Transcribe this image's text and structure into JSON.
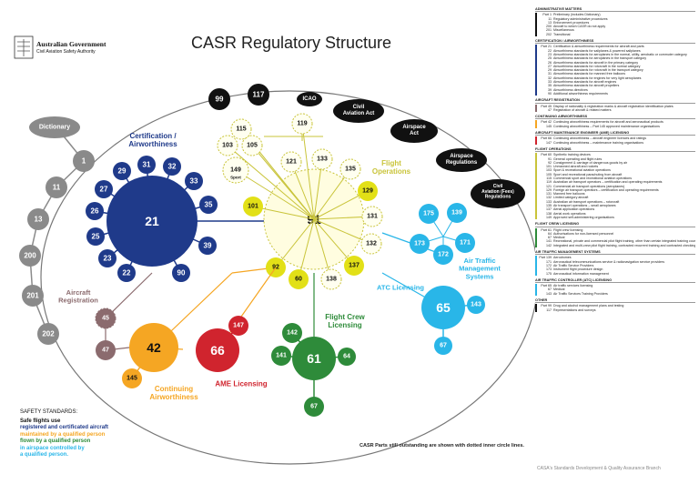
{
  "title": "CASR Regulatory Structure",
  "logo": {
    "line1": "Australian Government",
    "line2": "Civil Aviation Safety Authority"
  },
  "colors": {
    "navy": "#1f3a8a",
    "yellow": "#f5a623",
    "red": "#d0242e",
    "green": "#2e8b3a",
    "cyan": "#29b6e8",
    "mauve": "#8b6b6e",
    "grey": "#8a8a8a",
    "black": "#111111",
    "lightyellow": "#f4f17a"
  },
  "outer_nodes": {
    "dictionary": "Dictionary",
    "parts": [
      "1",
      "11",
      "13",
      "200",
      "201",
      "202"
    ],
    "top_parts": [
      "99",
      "117"
    ],
    "icao": "ICAO",
    "civil_aviation_act": "Civil Aviation Act",
    "airspace_act": "Airspace Act",
    "airspace_regulations": "Airspace Regulations",
    "fees_regulations": "Civil Aviation (Fees) Regulations"
  },
  "groups": {
    "certification": {
      "label": "Certification / Airworthiness",
      "hub": "21",
      "parts": [
        "31",
        "32",
        "33",
        "35",
        "39",
        "90",
        "22",
        "23",
        "25",
        "26",
        "27",
        "29"
      ]
    },
    "flight_ops": {
      "label": "Flight Operations",
      "hub": "91",
      "parts": [
        "119",
        "115",
        "103",
        "105",
        "121",
        "133",
        "135",
        "149",
        "129",
        "131",
        "132",
        "137",
        "138",
        "60",
        "92",
        "101"
      ],
      "sport": "Sport"
    },
    "atc": {
      "label": "ATC Licensing",
      "hub": "65",
      "parts": [
        "143",
        "67"
      ]
    },
    "air_traffic": {
      "label": "Air Traffic Management Systems",
      "parts": [
        "175",
        "139",
        "173",
        "172",
        "171"
      ]
    },
    "flight_crew": {
      "label": "Flight Crew Licensing",
      "hub": "61",
      "parts": [
        "142",
        "141",
        "64",
        "67"
      ]
    },
    "ame": {
      "label": "AME Licensing",
      "hub": "66",
      "parts": [
        "147"
      ]
    },
    "continuing": {
      "label": "Continuing Airworthiness",
      "hub": "42",
      "parts": [
        "145"
      ]
    },
    "registration": {
      "label": "Aircraft Registration",
      "parts": [
        "45",
        "47"
      ]
    }
  },
  "safety": {
    "heading": "SAFETY STANDARDS:",
    "lines": [
      "Safe flights use",
      "registered and certificated aircraft",
      "maintained by a qualified person",
      "flown by a qualified person",
      "in airspace controlled by",
      "a qualified person."
    ]
  },
  "footnote": "CASR Parts still outstanding are shown with dotted inner circle lines.",
  "footer": "CASA's Standards Development & Quality Assurance Branch",
  "legend": [
    {
      "title": "ADMINISTRATIVE MATTERS",
      "color": "#111111",
      "rows": [
        [
          "Part 1",
          "Preliminary (includes Dictionary)"
        ],
        [
          "11",
          "Regulatory administrative procedures"
        ],
        [
          "13",
          "Enforcement procedures"
        ],
        [
          "200",
          "Aircraft to which CASR do not apply"
        ],
        [
          "201",
          "Miscellaneous"
        ],
        [
          "202",
          "Transitional"
        ]
      ]
    },
    {
      "title": "CERTIFICATION / AIRWORTHINESS",
      "color": "#1f3a8a",
      "rows": [
        [
          "Part 21",
          "Certification & airworthiness requirements for aircraft and parts"
        ],
        [
          "22",
          "Airworthiness standards for sailplanes & powered sailplanes"
        ],
        [
          "23",
          "Airworthiness standards for aeroplanes in the normal, utility, aerobatic or commuter category"
        ],
        [
          "25",
          "Airworthiness standards for aeroplanes in the transport category"
        ],
        [
          "26",
          "Airworthiness standards for aircraft in the primary category"
        ],
        [
          "27",
          "Airworthiness standards for rotorcraft in the normal category"
        ],
        [
          "29",
          "Airworthiness standards for rotorcraft in the transport category"
        ],
        [
          "31",
          "Airworthiness standards for manned free balloons"
        ],
        [
          "32",
          "Airworthiness standards for engines for very light aeroplanes"
        ],
        [
          "33",
          "Airworthiness standards for aircraft engines"
        ],
        [
          "35",
          "Airworthiness standards for aircraft propellers"
        ],
        [
          "39",
          "Airworthiness directives"
        ],
        [
          "90",
          "Additional airworthiness requirements"
        ]
      ]
    },
    {
      "title": "AIRCRAFT REGISTRATION",
      "color": "#8b6b6e",
      "rows": [
        [
          "Part 45",
          "Display of nationality & registration marks & aircraft registration identification plates"
        ],
        [
          "47",
          "Registration of aircraft & related matters"
        ]
      ]
    },
    {
      "title": "CONTINUING AIRWORTHINESS",
      "color": "#f5a623",
      "rows": [
        [
          "Part 42",
          "Continuing airworthiness requirements for aircraft and aeronautical products"
        ],
        [
          "145",
          "Continuing airworthiness – Part 145 approved maintenance organisations"
        ]
      ]
    },
    {
      "title": "AIRCRAFT MAINTENANCE ENGINEER (AME) LICENSING",
      "color": "#d0242e",
      "rows": [
        [
          "Part 66",
          "Continuing airworthiness – aircraft engineer licences and ratings"
        ],
        [
          "147",
          "Continuing airworthiness – maintenance training organisations"
        ]
      ]
    },
    {
      "title": "FLIGHT OPERATIONS",
      "color": "#c9c43a",
      "rows": [
        [
          "Part 60",
          "Synthetic training devices"
        ],
        [
          "91",
          "General operating and flight rules"
        ],
        [
          "92",
          "Consignment & carriage of dangerous goods by air"
        ],
        [
          "101",
          "Unmanned aircraft and rockets"
        ],
        [
          "103",
          "Sport & recreational aviation operations"
        ],
        [
          "105",
          "Sport and recreational parachuting from aircraft"
        ],
        [
          "115",
          "Commercial sport and recreational aviation operations"
        ],
        [
          "119",
          "Australian air transport operators – certification and operating requirements"
        ],
        [
          "121",
          "Commercial air transport operations (aeroplanes)"
        ],
        [
          "129",
          "Foreign air transport operators – certification and operating requirements"
        ],
        [
          "131",
          "Manned free balloons"
        ],
        [
          "132",
          "Limited category aircraft"
        ],
        [
          "133",
          "Australian air transport operations – rotorcraft"
        ],
        [
          "135",
          "Air transport operations – small aeroplanes"
        ],
        [
          "137",
          "Aerial application operations"
        ],
        [
          "138",
          "Aerial work operations"
        ],
        [
          "149",
          "Approved self-administering organisations"
        ]
      ]
    },
    {
      "title": "FLIGHT CREW LICENSING",
      "color": "#2e8b3a",
      "rows": [
        [
          "Part 61",
          "Flight crew licensing"
        ],
        [
          "64",
          "Authorisations for non-licensed personnel"
        ],
        [
          "67",
          "Medical"
        ],
        [
          "141",
          "Recreational, private and commercial pilot flight training, other than certain integrated training courses"
        ],
        [
          "142",
          "Integrated and multi-crew pilot flight training, contracted recurrent training and contracted checking"
        ]
      ]
    },
    {
      "title": "AIR TRAFFIC MANAGEMENT SYSTEMS",
      "color": "#29b6e8",
      "rows": [
        [
          "Part 139",
          "Aerodromes"
        ],
        [
          "171",
          "Aeronautical telecommunications service & radionavigation service providers"
        ],
        [
          "172",
          "Air Traffic Service Providers"
        ],
        [
          "173",
          "Instrument flight procedure design"
        ],
        [
          "175",
          "Aeronautical information management"
        ]
      ]
    },
    {
      "title": "AIR TRAFFIC CONTROLLER (ATC) LICENSING",
      "color": "#29b6e8",
      "rows": [
        [
          "Part 65",
          "Air traffic services licensing"
        ],
        [
          "67",
          "Medical"
        ],
        [
          "143",
          "Air Traffic Services Training Providers"
        ]
      ]
    },
    {
      "title": "OTHER",
      "color": "#111111",
      "rows": [
        [
          "Part 99",
          "Drug and alcohol management plans and testing"
        ],
        [
          "117",
          "Representations and surveys"
        ]
      ]
    }
  ]
}
